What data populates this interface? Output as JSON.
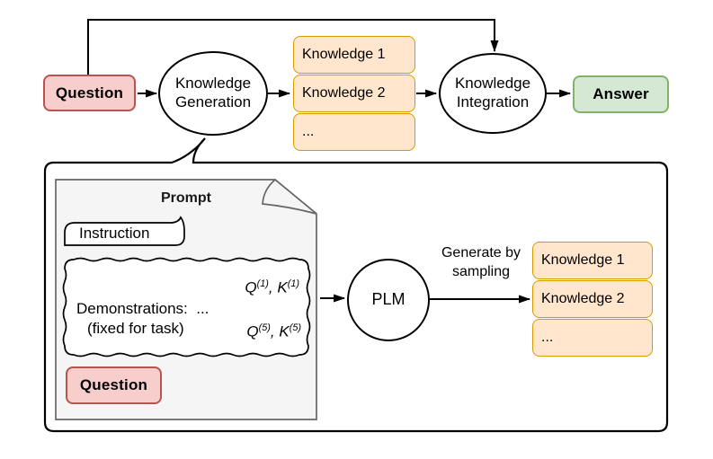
{
  "palette": {
    "pink_fill": "#f8cecc",
    "pink_border": "#b85450",
    "orange_fill": "#ffe6cc",
    "orange_border": "#d79b00",
    "green_fill": "#d5e8d4",
    "green_border": "#82b366",
    "gray_fill": "#f5f5f5",
    "gray_border": "#666666",
    "line": "#000000"
  },
  "top_flow": {
    "question": "Question",
    "generation": {
      "line1": "Knowledge",
      "line2": "Generation"
    },
    "knowledge_items": [
      "Knowledge 1",
      "Knowledge 2",
      "..."
    ],
    "integration": {
      "line1": "Knowledge",
      "line2": "Integration"
    },
    "answer": "Answer"
  },
  "detail": {
    "prompt_title": "Prompt",
    "instruction": "Instruction",
    "demonstrations": {
      "line1": "Q^(1), K^(1)",
      "line2": "Demonstrations:  ...",
      "line3_left": "(fixed for task)",
      "line3_right": "Q^(5), K^(5)"
    },
    "question": "Question",
    "plm": "PLM",
    "generate_label": {
      "line1": "Generate by",
      "line2": "sampling"
    },
    "knowledge_items": [
      "Knowledge 1",
      "Knowledge 2",
      "..."
    ]
  }
}
